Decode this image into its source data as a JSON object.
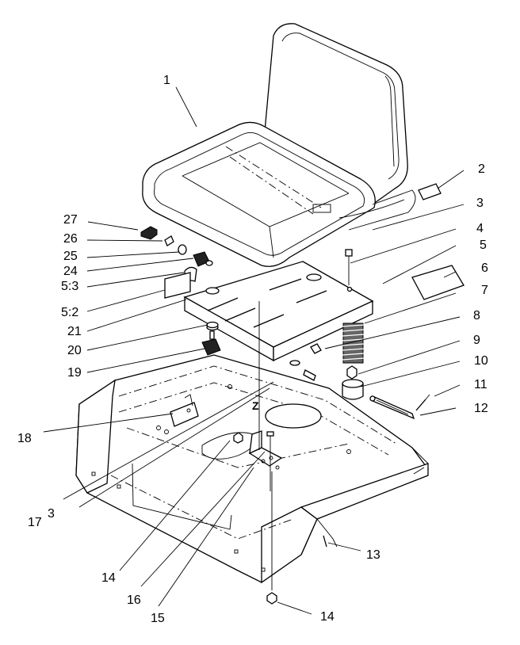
{
  "callouts": {
    "c1": "1",
    "c2": "2",
    "c3a": "3",
    "c3b": "3",
    "c4": "4",
    "c5": "5",
    "c6": "6",
    "c7": "7",
    "c8": "8",
    "c9": "9",
    "c10": "10",
    "c11": "11",
    "c12": "12",
    "c13": "13",
    "c14a": "14",
    "c14b": "14",
    "c15": "15",
    "c16": "16",
    "c17": "17",
    "c18": "18",
    "c19": "19",
    "c20": "20",
    "c21": "21",
    "c24": "24",
    "c25": "25",
    "c26": "26",
    "c27": "27",
    "c52": "5:2",
    "c53": "5:3"
  },
  "axis_mark": "Z"
}
